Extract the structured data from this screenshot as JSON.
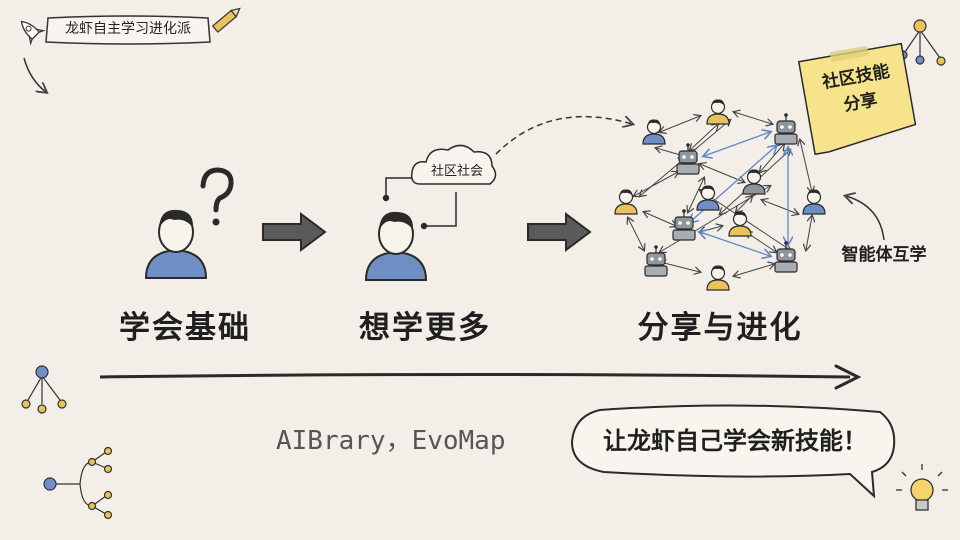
{
  "badge": {
    "title": "龙虾自主学习进化派"
  },
  "stages": [
    {
      "label": "学会基础"
    },
    {
      "label": "想学更多"
    },
    {
      "label": "分享与进化"
    }
  ],
  "cloud": {
    "label": "社区社会"
  },
  "sticky_note": {
    "line1": "社区技能",
    "line2": "分享"
  },
  "agent_learning": {
    "label": "智能体互学"
  },
  "brands": {
    "text": "AIBrary，EvoMap"
  },
  "speech_bubble": {
    "text": "让龙虾自己学会新技能！"
  },
  "colors": {
    "background": "#f3efe8",
    "person_blue": "#6e8fc3",
    "person_yellow": "#e9c25c",
    "robot_gray": "#8f959c",
    "sticky_yellow": "#f7e38c",
    "ink": "#2a2a2a",
    "link_blue": "#5f87c9"
  }
}
